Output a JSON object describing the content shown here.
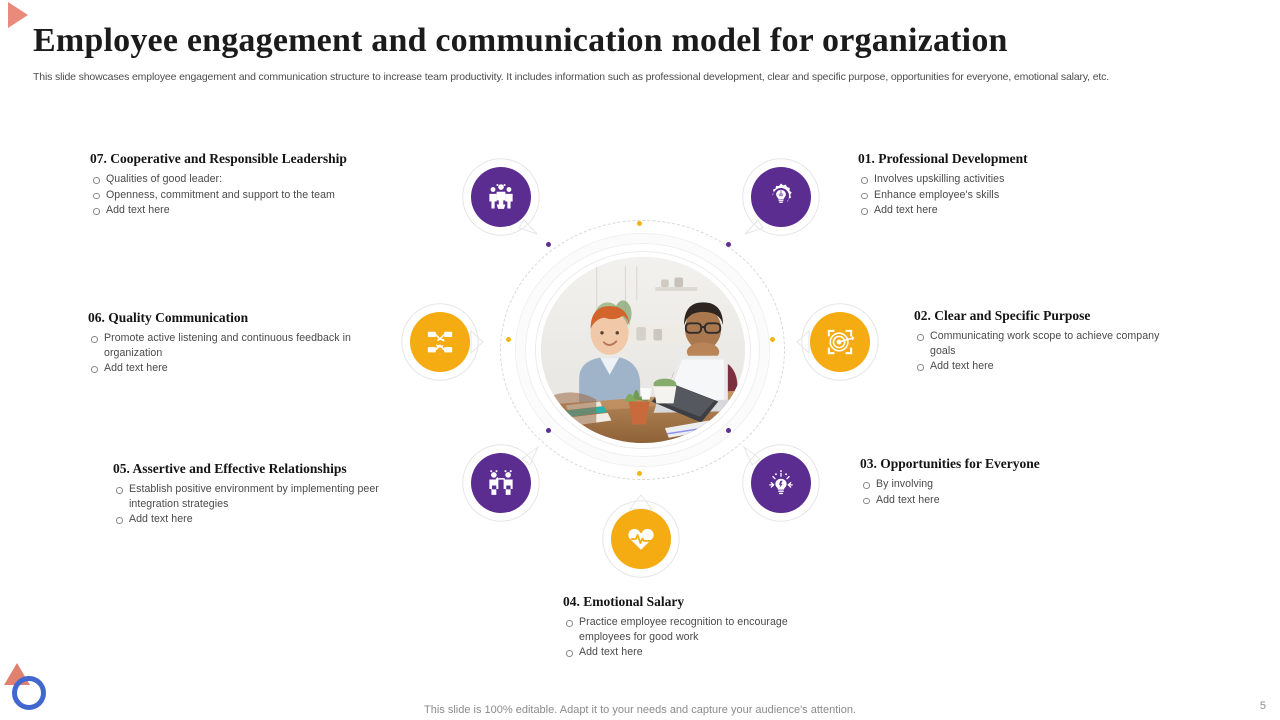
{
  "header": {
    "title": "Employee engagement and communication model for organization",
    "subtitle": "This slide showcases employee engagement and communication structure to increase team productivity. It includes information such as professional development, clear and specific purpose, opportunities for everyone, emotional salary, etc."
  },
  "footer": {
    "note": "This slide is 100% editable. Adapt it to your needs and capture your audience's attention.",
    "page_number": "5"
  },
  "colors": {
    "purple": "#5b2d90",
    "yellow": "#f5ac13",
    "coral": "#e98a7a",
    "blue": "#4268cf",
    "title": "#1b1b1b",
    "body": "#4a4a4a"
  },
  "center": {
    "image_alt": "two colleagues working together at a desk with laptops"
  },
  "items": [
    {
      "id": "01",
      "heading": "01. Professional Development",
      "icon": "gear-brain-icon",
      "icon_color": "purple",
      "bullets": [
        "Involves  upskilling activities",
        "Enhance  employee's skills",
        "Add text here"
      ]
    },
    {
      "id": "02",
      "heading": "02. Clear and Specific Purpose",
      "icon": "target-dart-icon",
      "icon_color": "yellow",
      "bullets": [
        "Communicating  work  scope to achieve company goals",
        "Add text here"
      ]
    },
    {
      "id": "03",
      "heading": "03. Opportunities  for Everyone",
      "icon": "lightbulb-growth-icon",
      "icon_color": "purple",
      "bullets": [
        "By involving",
        "Add text here"
      ]
    },
    {
      "id": "04",
      "heading": "04. Emotional  Salary",
      "icon": "heart-pulse-icon",
      "icon_color": "yellow",
      "bullets": [
        "Practice employee recognition to encourage  employees for good work",
        "Add text here"
      ]
    },
    {
      "id": "05",
      "heading": "05. Assertive and  Effective Relationships",
      "icon": "two-people-arrow-icon",
      "icon_color": "purple",
      "bullets": [
        "Establish positive  environment   by implementing peer  integration  strategies",
        "Add text here"
      ]
    },
    {
      "id": "06",
      "heading": "06. Quality  Communication",
      "icon": "network-nodes-icon",
      "icon_color": "yellow",
      "bullets": [
        "Promote active listening and continuous feedback  in organization",
        "Add text here"
      ]
    },
    {
      "id": "07",
      "heading": "07. Cooperative  and Responsible Leadership",
      "icon": "team-group-icon",
      "icon_color": "purple",
      "bullets": [
        "Qualities of good leader:",
        "Openness,  commitment and support  to the team",
        " Add text here"
      ]
    }
  ]
}
